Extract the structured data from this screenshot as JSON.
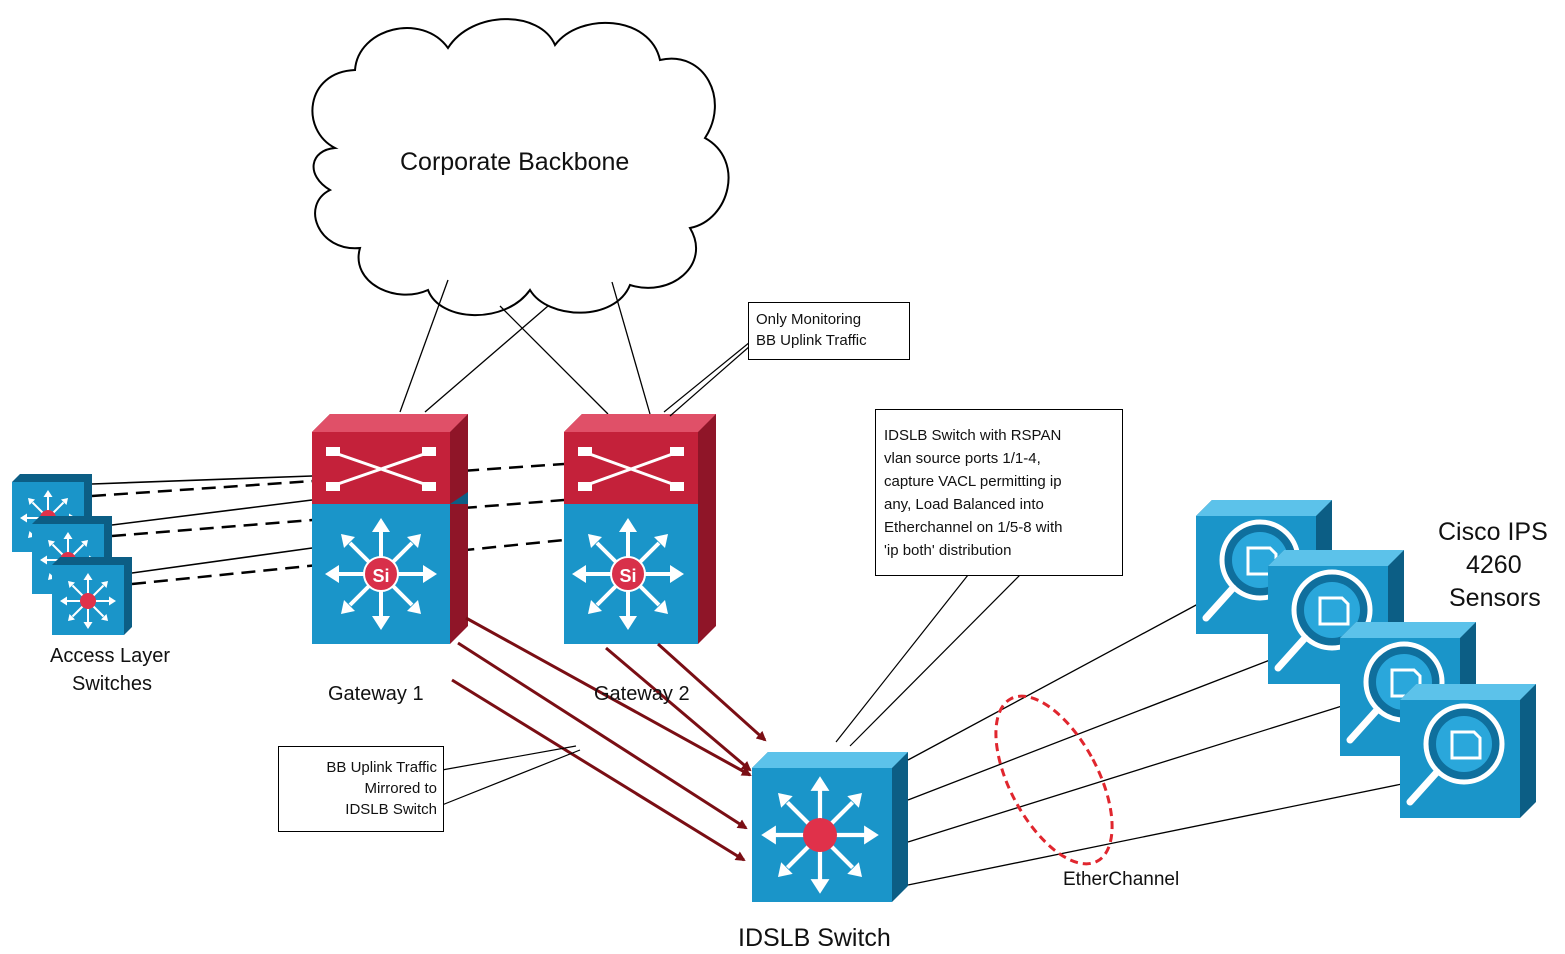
{
  "labels": {
    "cloud": "Corporate Backbone",
    "access": [
      "Access Layer",
      "Switches"
    ],
    "gateway1": "Gateway 1",
    "gateway2": "Gateway 2",
    "idslb": "IDSLB Switch",
    "etherchannel": "EtherChannel",
    "sensors": [
      "Cisco IPS",
      "4260",
      "Sensors"
    ],
    "si_badge": "Si"
  },
  "callouts": {
    "monitoring": [
      "Only Monitoring",
      "BB Uplink Traffic"
    ],
    "idslb_note": [
      "IDSLB Switch with RSPAN",
      "vlan source ports 1/1-4,",
      "capture VACL permitting ip",
      "any, Load Balanced into",
      "Etherchannel  on 1/5-8 with",
      "'ip both' distribution"
    ],
    "mirror": [
      "BB Uplink Traffic",
      "Mirrored to",
      "IDSLB Switch"
    ]
  },
  "colors": {
    "device_blue": "#1a95c9",
    "device_blue_dark": "#0c5e85",
    "router_red": "#c4213a",
    "mirror_arrow": "#7a0e14",
    "ellipse_red": "#e0262e"
  }
}
